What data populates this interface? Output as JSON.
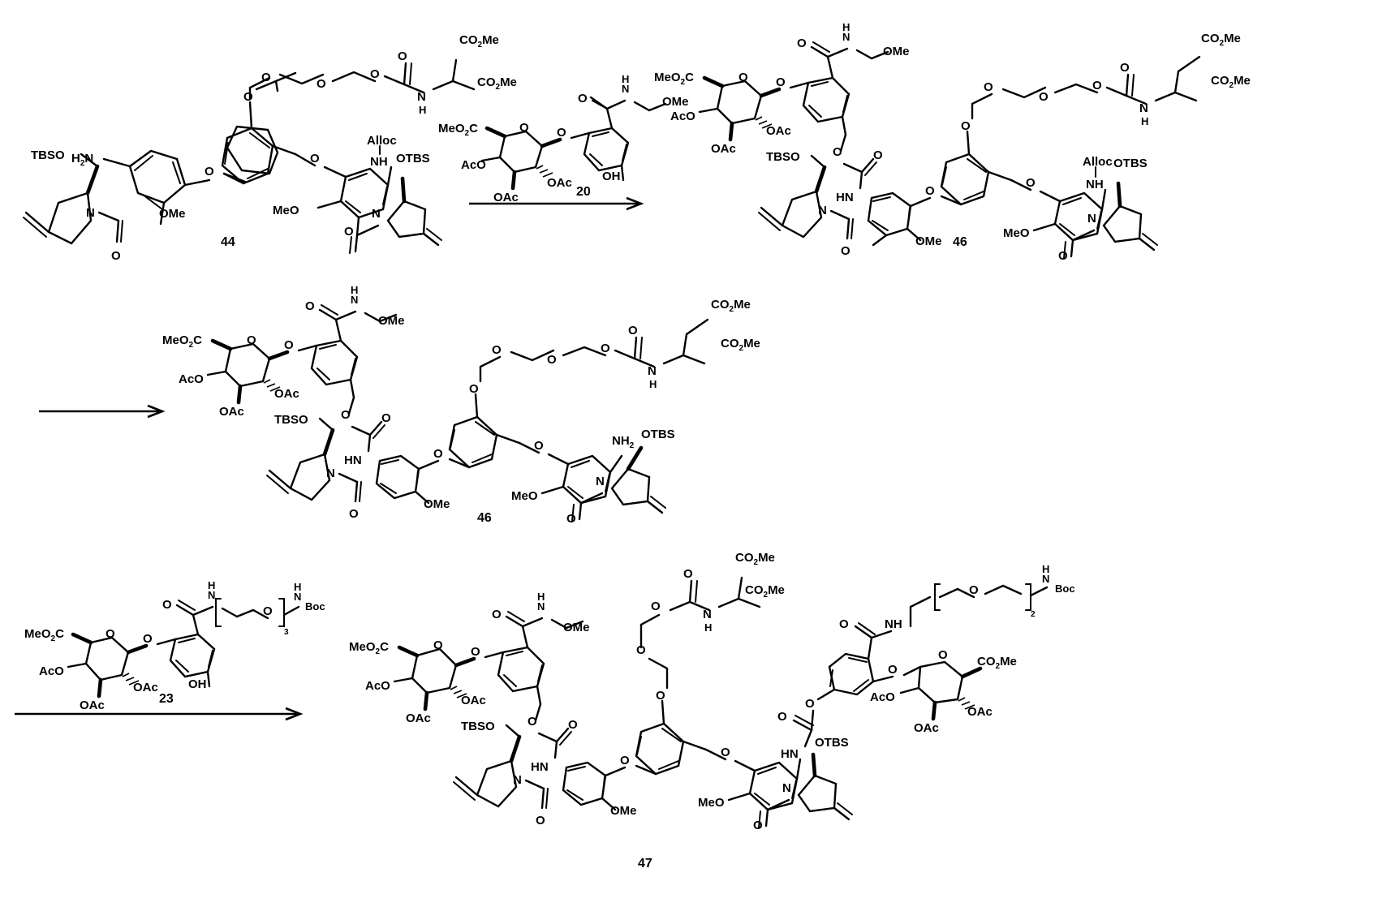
{
  "figure": {
    "type": "chemical-reaction-scheme",
    "title": "",
    "rows": 3,
    "background": "#ffffff",
    "ink": "#000000"
  },
  "rows": [
    {
      "id": "row-1",
      "starting_material": {
        "compound_number": "44",
        "name": "bis-aryl PEG dendron with free aniline and Alloc-protected aniline",
        "labels": [
          "TBSO",
          "H2N",
          "O",
          "O",
          "O",
          "O",
          "O",
          "O",
          "CO2Me",
          "CO2Me",
          "N",
          "H",
          "OMe",
          "MeO",
          "Alloc",
          "NH",
          "OTBS",
          "N",
          "O",
          "O"
        ]
      },
      "reagent": {
        "compound_number": "20",
        "name": "acetylated methyl glucuronate benzyl alcohol with methoxyethyl amide",
        "labels": [
          "MeO2C",
          "O",
          "O",
          "AcO",
          "OAc",
          "OAc",
          "O",
          "N",
          "H",
          "OMe",
          "OH"
        ]
      },
      "arrow": {
        "kind": "reaction-arrow",
        "label_above": "",
        "label_below": ""
      },
      "product": {
        "compound_number": "46",
        "name": "glucuronide carbamate conjugate bearing Alloc aniline",
        "labels": [
          "MeO2C",
          "O",
          "O",
          "AcO",
          "OAc",
          "OAc",
          "O",
          "N",
          "H",
          "OMe",
          "O",
          "O",
          "TBSO",
          "HN",
          "O",
          "OMe",
          "MeO",
          "O",
          "O",
          "O",
          "O",
          "CO2Me",
          "CO2Me",
          "N",
          "H",
          "Alloc",
          "NH",
          "OTBS",
          "N",
          "O"
        ]
      }
    },
    {
      "id": "row-2",
      "arrow": {
        "kind": "reaction-arrow",
        "label_above": "",
        "label_below": ""
      },
      "product": {
        "compound_number": "46",
        "name": "Alloc-deprotected glucuronide carbamate with free aniline",
        "labels": [
          "MeO2C",
          "O",
          "O",
          "AcO",
          "OAc",
          "OAc",
          "O",
          "N",
          "H",
          "OMe",
          "O",
          "O",
          "TBSO",
          "HN",
          "OMe",
          "MeO",
          "O",
          "O",
          "O",
          "O",
          "CO2Me",
          "CO2Me",
          "N",
          "H",
          "NH2",
          "OTBS",
          "N",
          "O",
          "O"
        ]
      }
    },
    {
      "id": "row-3",
      "reagent": {
        "compound_number": "23",
        "name": "acetylated methyl glucuronate benzyl alcohol with PEG3-NHBoc amide",
        "labels": [
          "MeO2C",
          "O",
          "O",
          "AcO",
          "OAc",
          "OAc",
          "O",
          "N",
          "H",
          "O",
          "3",
          "N",
          "H",
          "Boc",
          "OH"
        ]
      },
      "arrow": {
        "kind": "reaction-arrow",
        "label_above": "",
        "label_below": ""
      },
      "product": {
        "compound_number": "47",
        "name": "bis-glucuronide bis-carbamate dendron with PEG2-NHBoc and diester arms",
        "labels": [
          "MeO2C",
          "O",
          "O",
          "AcO",
          "OAc",
          "OAc",
          "O",
          "N",
          "H",
          "OMe",
          "O",
          "O",
          "TBSO",
          "HN",
          "O",
          "OMe",
          "MeO",
          "O",
          "O",
          "O",
          "O",
          "CO2Me",
          "CO2Me",
          "N",
          "H",
          "O",
          "NH",
          "O",
          "2",
          "N",
          "H",
          "Boc",
          "O",
          "O",
          "CO2Me",
          "AcO",
          "OAc",
          "OAc",
          "O",
          "O",
          "HN",
          "OTBS",
          "N",
          "O"
        ]
      }
    }
  ],
  "chemical_groups": {
    "tbso": "TBSO",
    "otbs": "OTBS",
    "alloc": "Alloc",
    "boc": "Boc",
    "nh": "NH",
    "hn": "HN",
    "nh2": "NH2",
    "n": "N",
    "h": "H",
    "o": "O",
    "oh": "OH",
    "ome": "OMe",
    "meo": "MeO",
    "aco": "AcO",
    "oac": "OAc",
    "meo2c": "MeO2C",
    "co2me": "CO2Me",
    "sub2": "2",
    "sub3": "3"
  },
  "compound_numbers": {
    "c44": "44",
    "c20": "20",
    "c46a": "46",
    "c46b": "46",
    "c23": "23",
    "c47": "47"
  }
}
